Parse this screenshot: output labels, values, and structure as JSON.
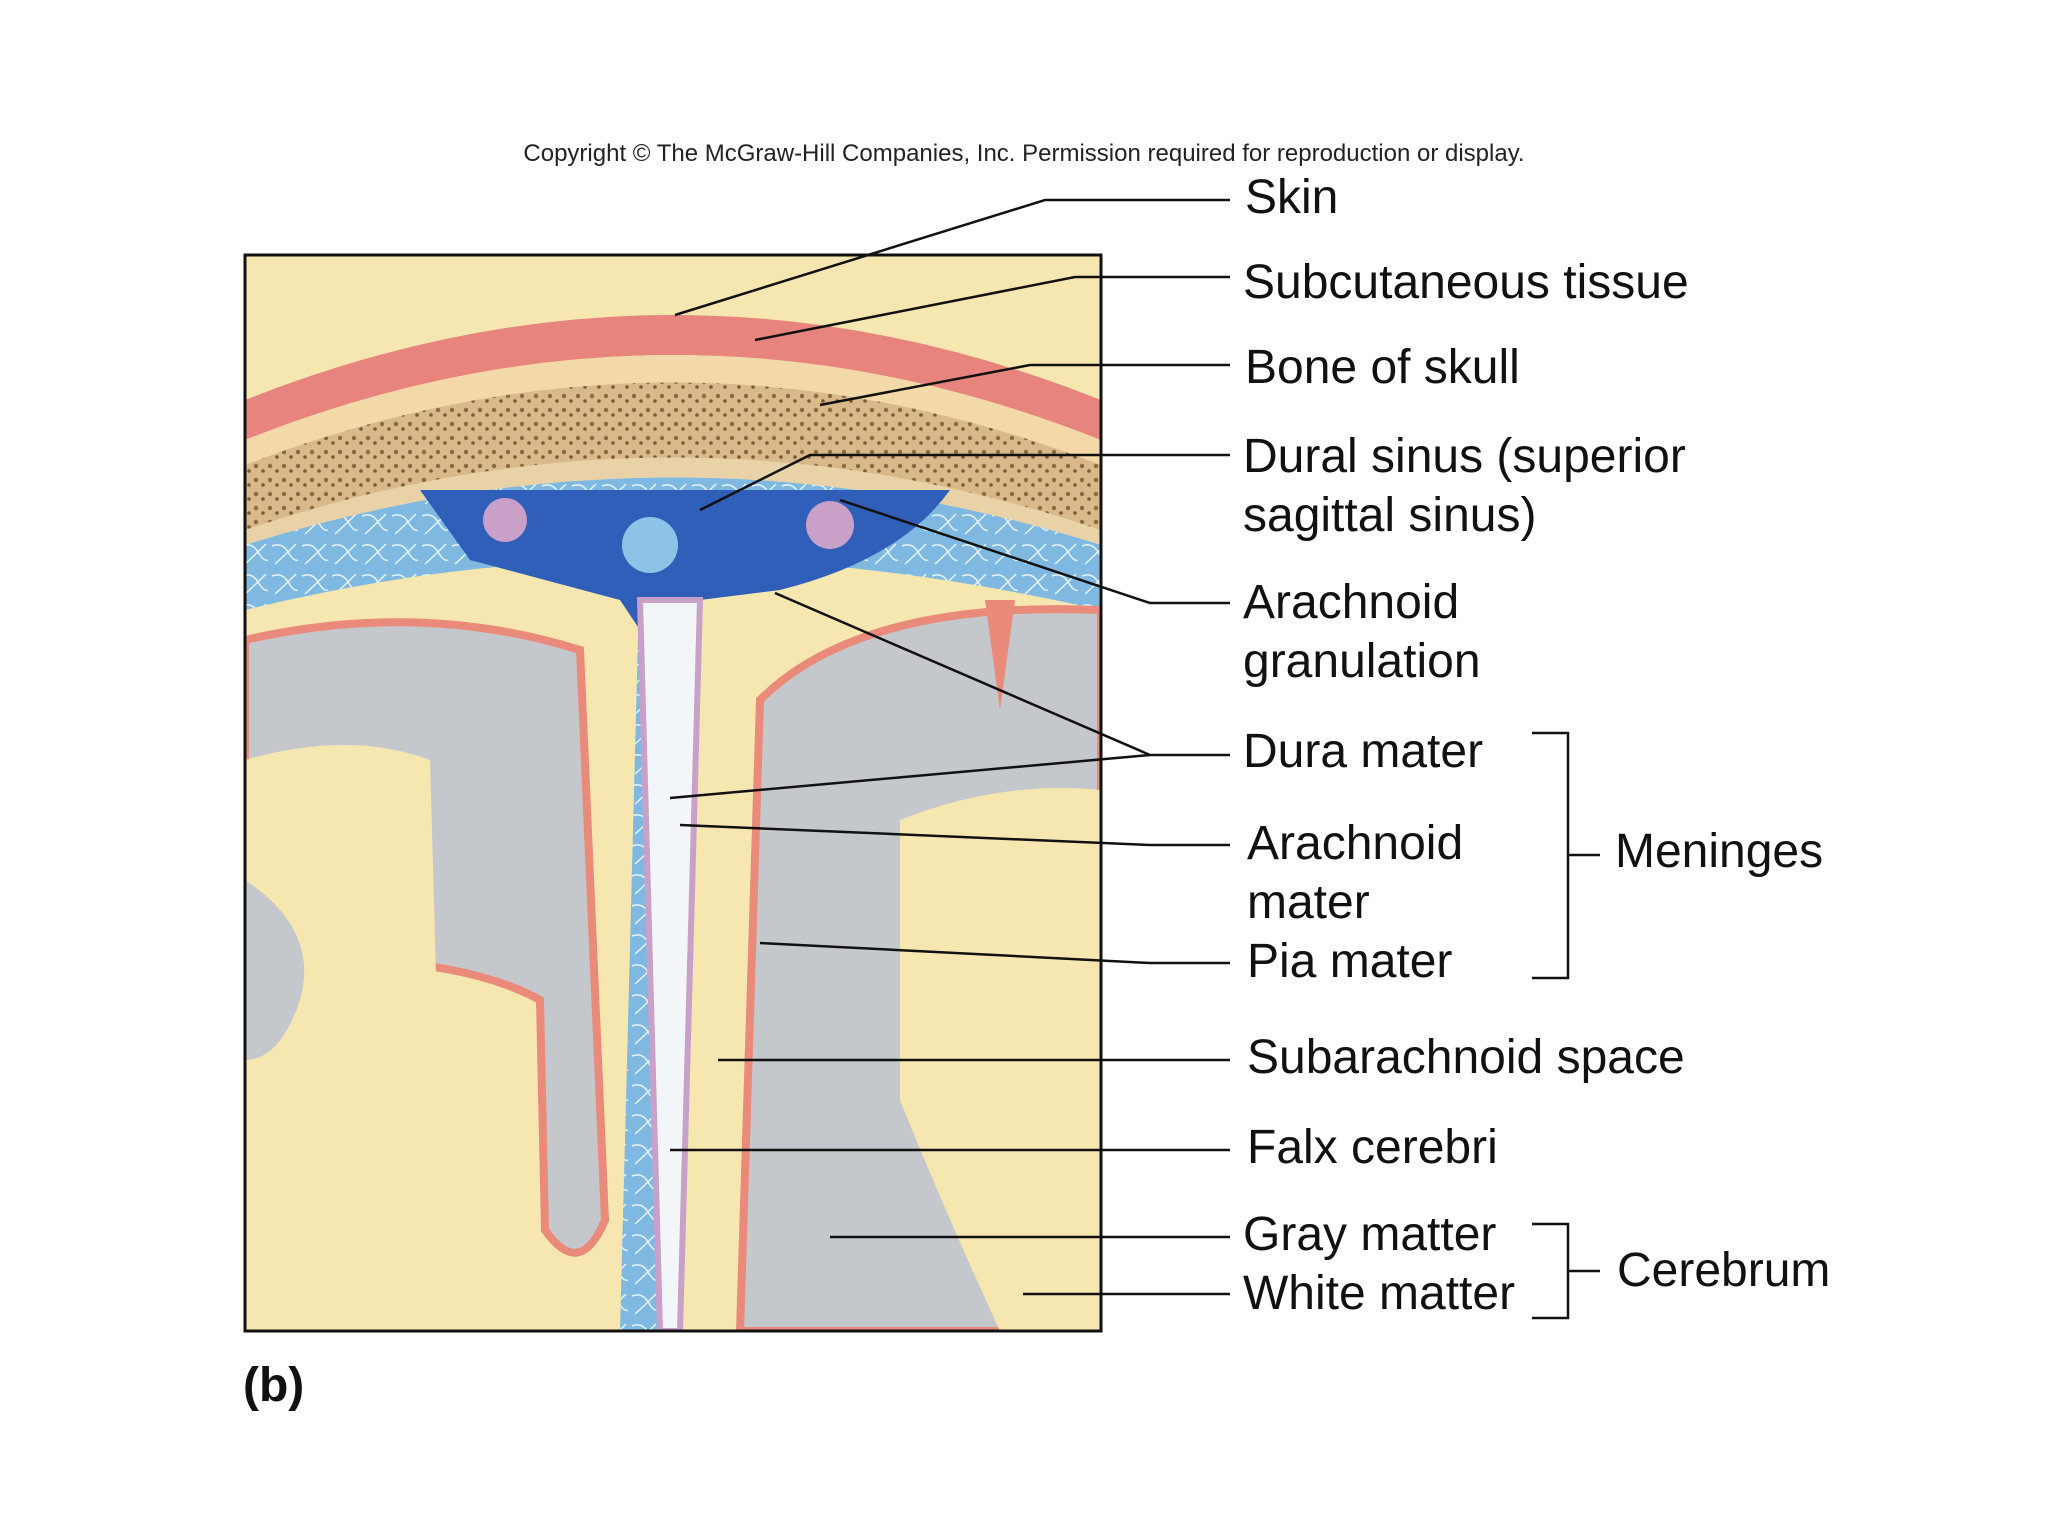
{
  "copyright": "Copyright © The McGraw-Hill Companies, Inc. Permission required for reproduction or display.",
  "panel_label": "(b)",
  "labels": {
    "skin": "Skin",
    "subcutaneous": "Subcutaneous tissue",
    "bone": "Bone of skull",
    "dural_sinus_1": "Dural sinus (superior",
    "dural_sinus_2": "sagittal sinus)",
    "arachnoid_gran_1": "Arachnoid",
    "arachnoid_gran_2": "granulation",
    "dura_mater": "Dura mater",
    "arachnoid_mater_1": "Arachnoid",
    "arachnoid_mater_2": "mater",
    "pia_mater": "Pia mater",
    "subarachnoid": "Subarachnoid space",
    "falx": "Falx cerebri",
    "gray_matter": "Gray matter",
    "white_matter": "White matter"
  },
  "groups": {
    "meninges": "Meninges",
    "cerebrum": "Cerebrum"
  },
  "colors": {
    "skin": "#e8847e",
    "subcutaneous": "#f3d9a8",
    "bone": "#d9b98a",
    "sinus": "#2f5fb8",
    "subarachnoid": "#8cc3e6",
    "arachnoid": "#c9a0c8",
    "pia": "#ea8a7a",
    "gray_matter": "#c4c8cc",
    "white_matter": "#f6e7b0"
  }
}
